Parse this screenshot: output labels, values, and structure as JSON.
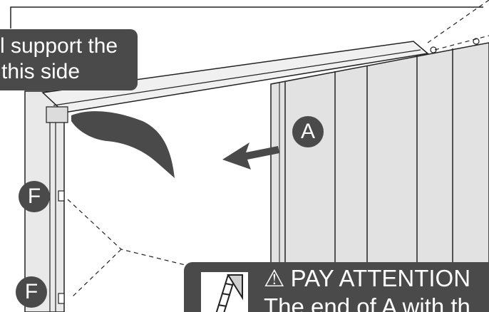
{
  "callout": {
    "line1": "l support the",
    "line2": "this side"
  },
  "badges": {
    "a": "A",
    "f_top": "F",
    "f_bottom": "F"
  },
  "notice": {
    "warning_symbol": "⚠",
    "title": "PAY ATTENTION",
    "body": "The end of A with th"
  },
  "colors": {
    "label_background": "#4a4a4a",
    "panel_fill": "#e6e6e6",
    "line": "#222222"
  }
}
